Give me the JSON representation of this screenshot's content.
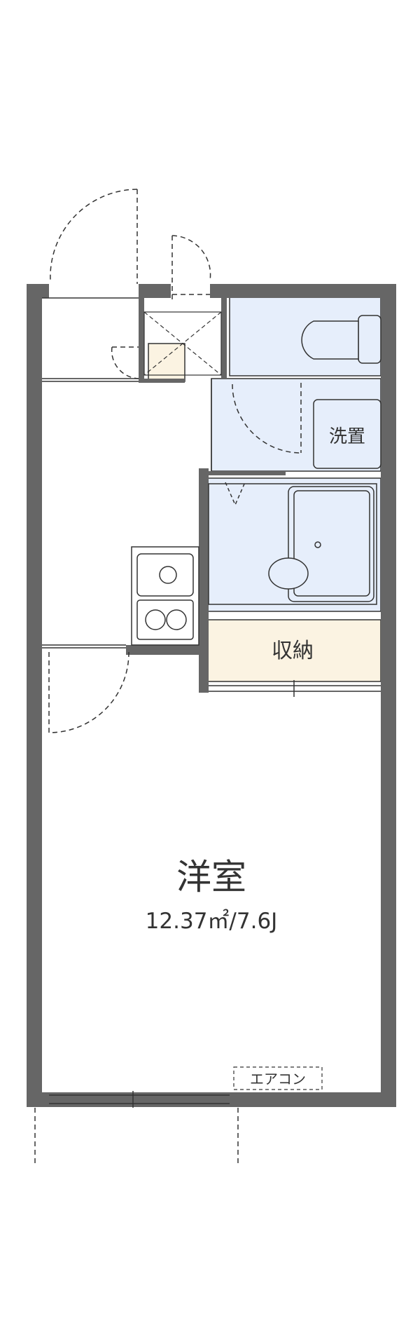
{
  "rooms": {
    "washer": {
      "label": "洗置"
    },
    "storage": {
      "label": "収納"
    },
    "western_room": {
      "label": "洋室",
      "area": "12.37㎡/7.6J"
    },
    "aircon": {
      "label": "エアコン"
    }
  },
  "colors": {
    "wall": "#666666",
    "wet_area": "#e6eefb",
    "storage_fill": "#fbf3e2",
    "line": "#333333"
  }
}
